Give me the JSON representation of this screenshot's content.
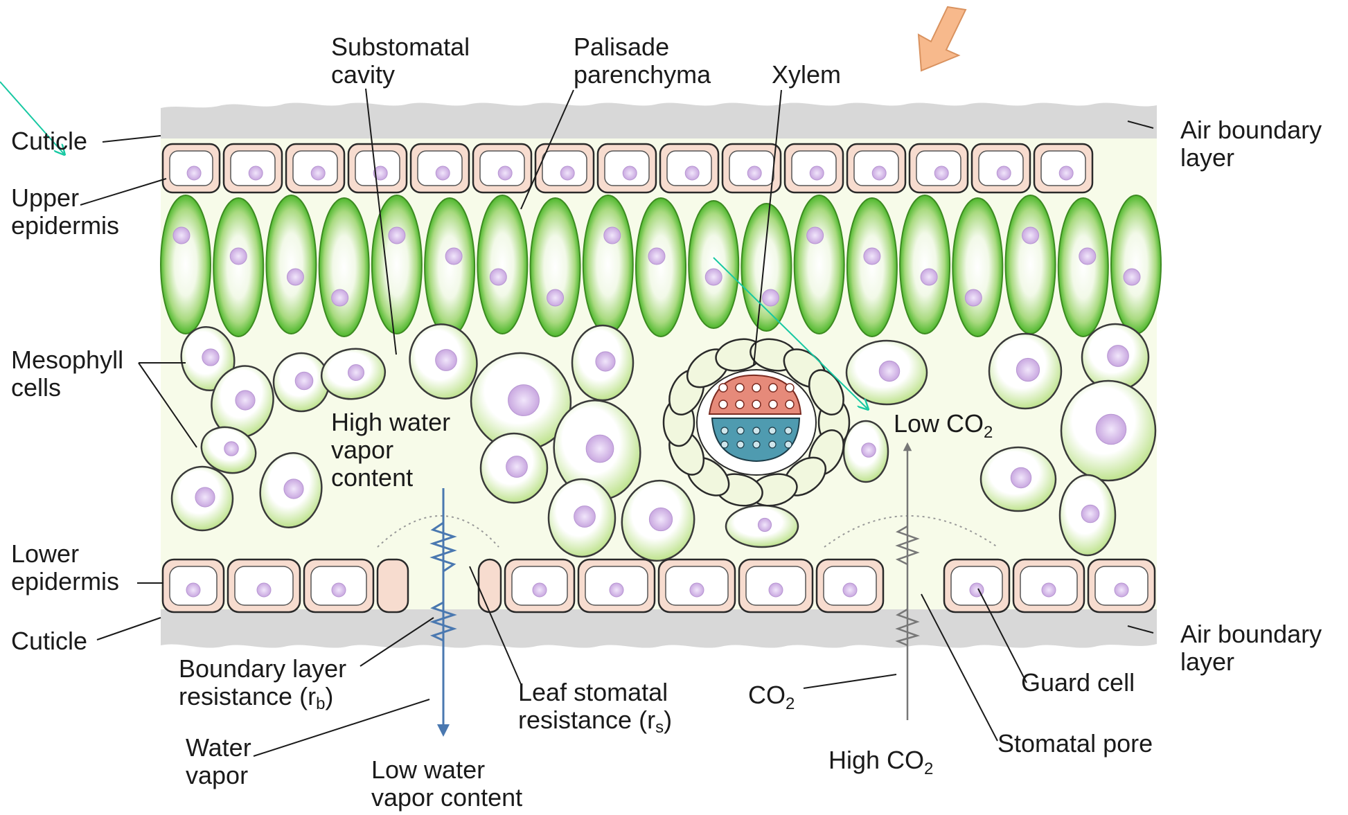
{
  "labels": {
    "substomatal_cavity": [
      "Substomatal",
      "cavity"
    ],
    "palisade_parenchyma": [
      "Palisade",
      "parenchyma"
    ],
    "xylem": "Xylem",
    "air_boundary_layer_top": [
      "Air boundary",
      "layer"
    ],
    "cuticle_top": "Cuticle",
    "upper_epidermis": [
      "Upper",
      "epidermis"
    ],
    "mesophyll_cells": [
      "Mesophyll",
      "cells"
    ],
    "high_water_vapor_content": [
      "High water",
      "vapor",
      "content"
    ],
    "low_co2": {
      "text": "Low CO",
      "sub": "2"
    },
    "lower_epidermis": [
      "Lower",
      "epidermis"
    ],
    "cuticle_bottom": "Cuticle",
    "boundary_layer_resistance": {
      "line1": "Boundary layer",
      "line2_text": "resistance (r",
      "line2_sub": "b",
      "line2_end": ")"
    },
    "leaf_stomatal_resistance": {
      "line1": "Leaf stomatal",
      "line2_text": "resistance (r",
      "line2_sub": "s",
      "line2_end": ")"
    },
    "co2": {
      "text": "CO",
      "sub": "2"
    },
    "guard_cell": "Guard cell",
    "air_boundary_layer_bottom": [
      "Air boundary",
      "layer"
    ],
    "water_vapor": [
      "Water",
      "vapor"
    ],
    "low_water_vapor_content": [
      "Low water",
      "vapor content"
    ],
    "high_co2": {
      "text": "High CO",
      "sub": "2"
    },
    "stomatal_pore": "Stomatal pore"
  },
  "colors": {
    "palisade_green": "#5bbf3a",
    "mesophyll_fill": "#e4f2c4",
    "epidermis_pink": "#f7dccf",
    "nucleus": "#c9a8e0",
    "phloem_blue": "#4f9bb0",
    "xylem_red": "#e68a7a",
    "boundary_gray": "#d5d5d5",
    "sun_arrow": "#f7b98c",
    "water_vapor_arrow": "#4a78b0",
    "annotation_teal": "#17c8a2"
  }
}
